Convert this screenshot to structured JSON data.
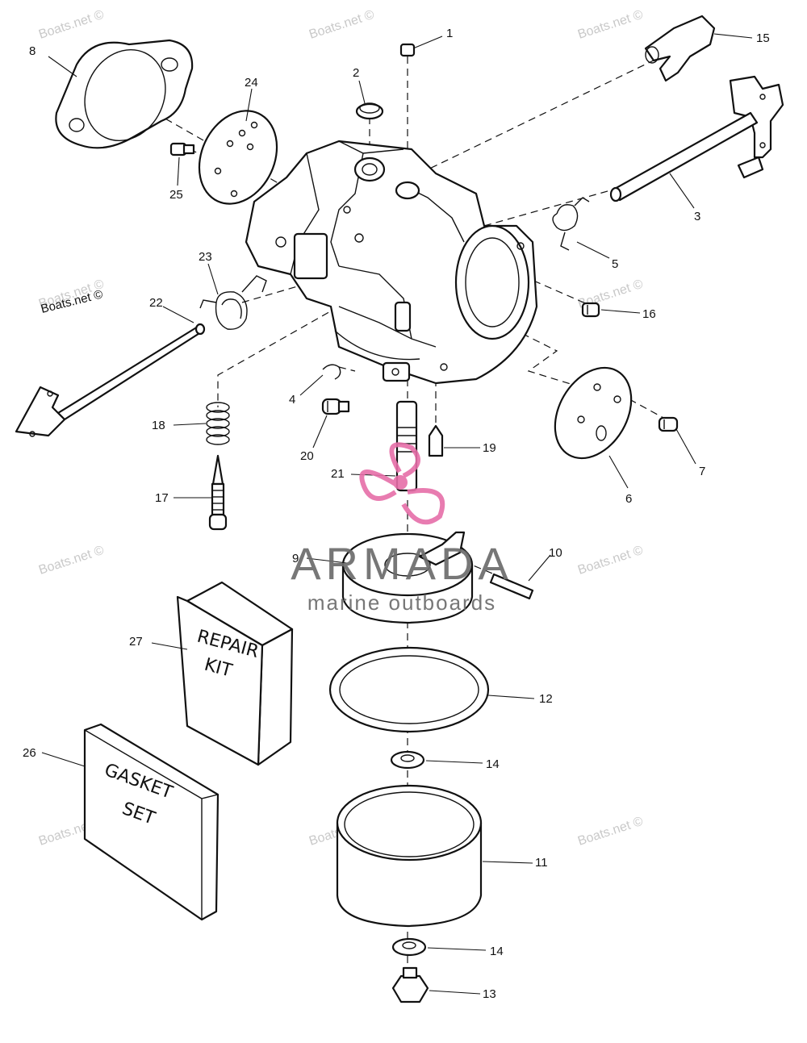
{
  "callouts": [
    "1",
    "2",
    "3",
    "4",
    "5",
    "6",
    "7",
    "8",
    "9",
    "10",
    "11",
    "12",
    "13",
    "14",
    "14",
    "15",
    "16",
    "17",
    "18",
    "19",
    "20",
    "21",
    "22",
    "23",
    "24",
    "25",
    "26",
    "27"
  ],
  "watermark": "Boats.net ©",
  "repair_kit": {
    "line1": "REPAIR",
    "line2": "KIT"
  },
  "gasket_set": {
    "line1": "GASKET",
    "line2": "SET"
  },
  "logo": {
    "name": "ARMADA",
    "tagline": "marine outboards",
    "colors": {
      "text": "#6b6b6b",
      "mark": "#e66ea8"
    }
  }
}
